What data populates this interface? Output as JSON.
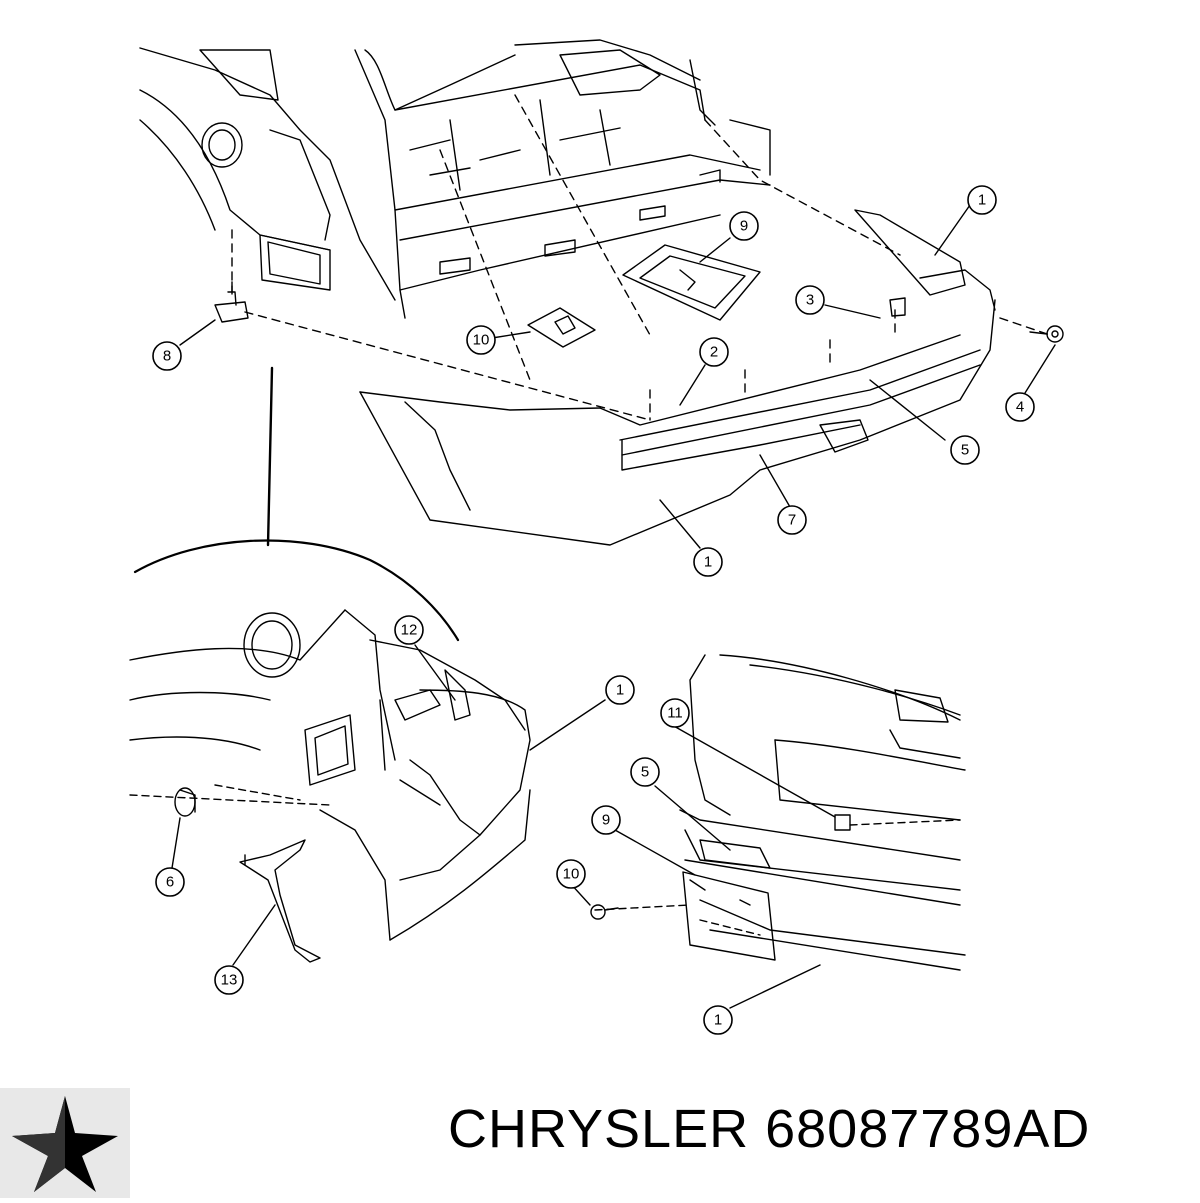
{
  "callouts": [
    {
      "label": "1"
    },
    {
      "label": "9"
    },
    {
      "label": "3"
    },
    {
      "label": "10"
    },
    {
      "label": "2"
    },
    {
      "label": "8"
    },
    {
      "label": "4"
    },
    {
      "label": "5"
    },
    {
      "label": "7"
    },
    {
      "label": "1"
    },
    {
      "label": "12"
    },
    {
      "label": "1"
    },
    {
      "label": "11"
    },
    {
      "label": "5"
    },
    {
      "label": "9"
    },
    {
      "label": "10"
    },
    {
      "label": "6"
    },
    {
      "label": "13"
    },
    {
      "label": "1"
    }
  ],
  "footer": {
    "brand_text": "CHRYSLER 68087789AD",
    "logo_icon": "chrysler-star-icon"
  }
}
